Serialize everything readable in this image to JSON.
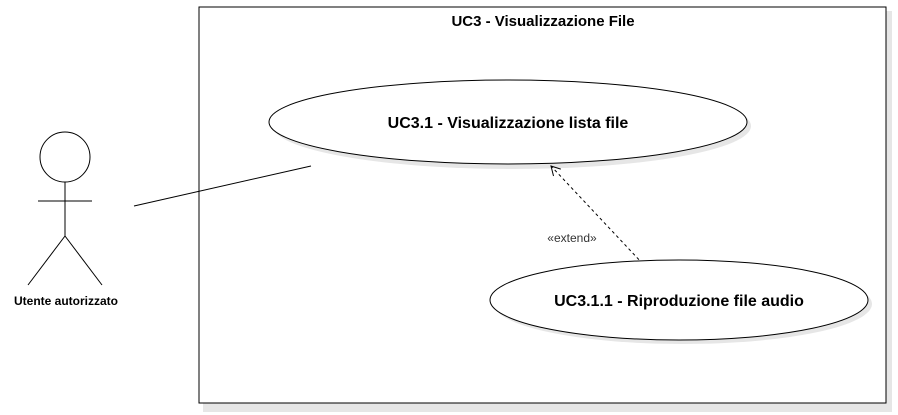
{
  "system_boundary": {
    "title": "UC3 - Visualizzazione File"
  },
  "actor": {
    "label": "Utente autorizzato"
  },
  "use_cases": {
    "uc_3_1": "UC3.1 - Visualizzazione lista file",
    "uc_3_1_1": "UC3.1.1 - Riproduzione file audio"
  },
  "relationships": {
    "extend_label": "«extend»"
  },
  "colors": {
    "stroke": "#000000",
    "shadow": "#e6e6e6",
    "fill": "#ffffff"
  }
}
